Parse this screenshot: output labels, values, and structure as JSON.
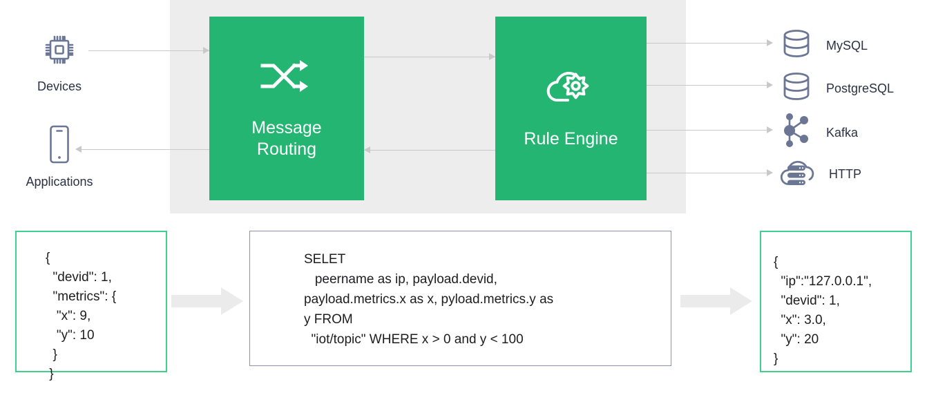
{
  "colors": {
    "green_fill": "#24b573",
    "green_border": "#3fcf8e",
    "blue_border": "#8a93ad",
    "panel_grey": "#ededed",
    "arrow_grey": "#c9c9cc",
    "block_arrow_grey": "#ebebeb",
    "icon_navy": "#6b7695",
    "text_navy": "#2a3142"
  },
  "pipeline": {
    "sources": [
      {
        "id": "devices",
        "label": "Devices",
        "icon": "chip-icon"
      },
      {
        "id": "applications",
        "label": "Applications",
        "icon": "smartphone-icon"
      }
    ],
    "stages": [
      {
        "id": "message-routing",
        "label": "Message\nRouting",
        "icon": "shuffle-icon"
      },
      {
        "id": "rule-engine",
        "label": "Rule Engine",
        "icon": "cloud-gear-icon"
      }
    ],
    "sinks": [
      {
        "id": "mysql",
        "label": "MySQL",
        "icon": "database-icon"
      },
      {
        "id": "postgresql",
        "label": "PostgreSQL",
        "icon": "database-icon"
      },
      {
        "id": "kafka",
        "label": "Kafka",
        "icon": "node-network-icon"
      },
      {
        "id": "http",
        "label": "HTTP",
        "icon": "cloud-server-icon"
      }
    ]
  },
  "examples": {
    "input_payload": "{\n  \"devid\": 1,\n  \"metrics\": {\n   \"x\": 9,\n   \"y\": 10\n  }\n }",
    "sql_rule": "SELET\n   peername as ip, payload.devid,\npayload.metrics.x as x, pyload.metrics.y as\ny FROM\n  \"iot/topic\" WHERE x > 0 and y < 100",
    "output_payload": "{\n  \"ip\":\"127.0.0.1\",\n  \"devid\": 1,\n  \"x\": 3.0,\n  \"y\": 20\n}",
    "flow_arrows": [
      {
        "id": "payload-to-rule",
        "icon": "block-arrow-right-icon"
      },
      {
        "id": "rule-to-output",
        "icon": "block-arrow-right-icon"
      }
    ]
  }
}
